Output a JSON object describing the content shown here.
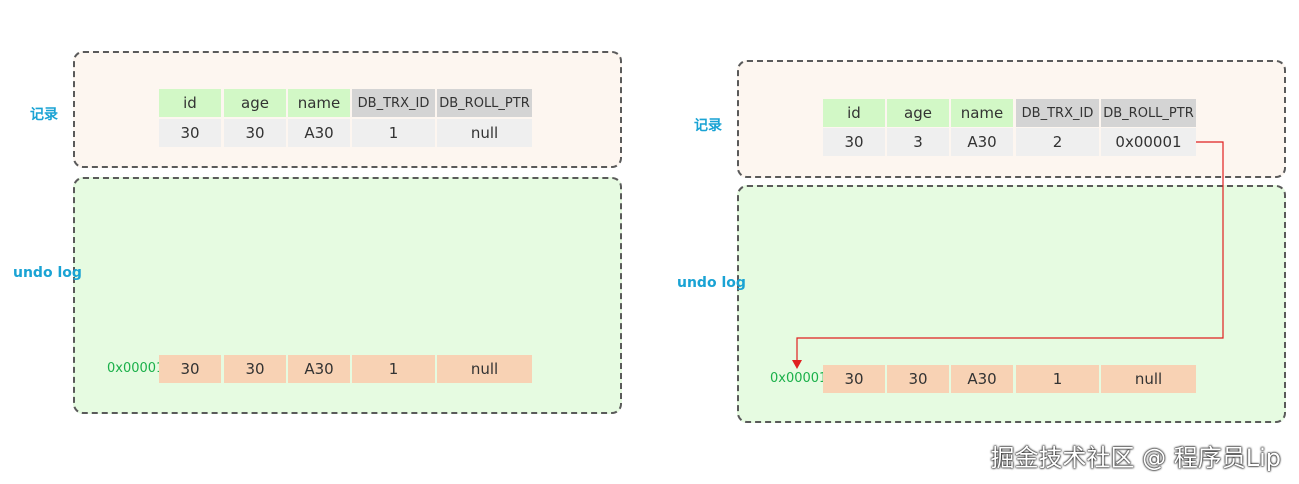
{
  "columns": [
    "id",
    "age",
    "name",
    "DB_TRX_ID",
    "DB_ROLL_PTR"
  ],
  "labels": {
    "record": "记录",
    "undo_log": "undo log"
  },
  "left": {
    "record_row": [
      "30",
      "30",
      "A30",
      "1",
      "null"
    ],
    "undo_address": "0x00001",
    "undo_row": [
      "30",
      "30",
      "A30",
      "1",
      "null"
    ]
  },
  "right": {
    "record_row": [
      "30",
      "3",
      "A30",
      "2",
      "0x00001"
    ],
    "undo_address": "0x00001",
    "undo_row": [
      "30",
      "30",
      "A30",
      "1",
      "null"
    ]
  },
  "colors": {
    "header_green": "#d2f8c6",
    "header_gray": "#d4d4d4",
    "value_gray": "#efefef",
    "undo_orange": "#f8d2b4",
    "label_blue": "#1aa3d4",
    "address_green": "#1bb04a",
    "arrow_red": "#e02020"
  },
  "watermark": "掘金技术社区 @ 程序员Lip"
}
